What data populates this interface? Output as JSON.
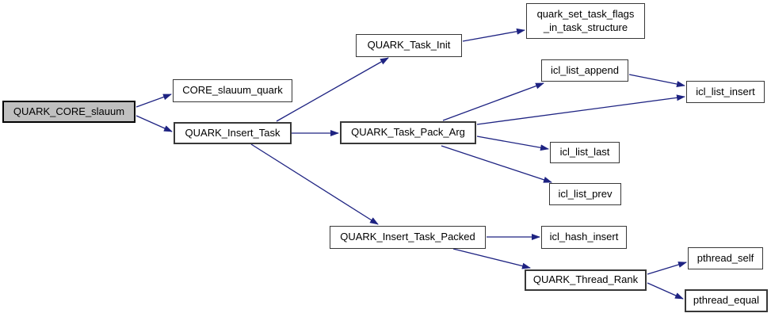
{
  "diagram": {
    "type": "call-graph",
    "colors": {
      "background": "#ffffff",
      "edge": "#1e2382",
      "node_border": "#383838",
      "node_fill": "#ffffff",
      "root_fill": "#c0c0c0",
      "text": "#000000"
    },
    "nodes": [
      {
        "id": "QUARK_CORE_slauum",
        "label": "QUARK_CORE_slauum",
        "role": "root"
      },
      {
        "id": "CORE_slauum_quark",
        "label": "CORE_slauum_quark"
      },
      {
        "id": "QUARK_Insert_Task",
        "label": "QUARK_Insert_Task"
      },
      {
        "id": "QUARK_Task_Init",
        "label": "QUARK_Task_Init"
      },
      {
        "id": "quark_set_task_flags_in_task_structure",
        "label": "quark_set_task_flags\n_in_task_structure"
      },
      {
        "id": "icl_list_append",
        "label": "icl_list_append"
      },
      {
        "id": "QUARK_Task_Pack_Arg",
        "label": "QUARK_Task_Pack_Arg"
      },
      {
        "id": "icl_list_insert",
        "label": "icl_list_insert"
      },
      {
        "id": "icl_list_last",
        "label": "icl_list_last"
      },
      {
        "id": "icl_list_prev",
        "label": "icl_list_prev"
      },
      {
        "id": "QUARK_Insert_Task_Packed",
        "label": "QUARK_Insert_Task_Packed"
      },
      {
        "id": "icl_hash_insert",
        "label": "icl_hash_insert"
      },
      {
        "id": "QUARK_Thread_Rank",
        "label": "QUARK_Thread_Rank"
      },
      {
        "id": "pthread_self",
        "label": "pthread_self"
      },
      {
        "id": "pthread_equal",
        "label": "pthread_equal"
      }
    ],
    "edges": [
      {
        "from": "QUARK_CORE_slauum",
        "to": "CORE_slauum_quark"
      },
      {
        "from": "QUARK_CORE_slauum",
        "to": "QUARK_Insert_Task"
      },
      {
        "from": "QUARK_Insert_Task",
        "to": "QUARK_Task_Init"
      },
      {
        "from": "QUARK_Insert_Task",
        "to": "QUARK_Task_Pack_Arg"
      },
      {
        "from": "QUARK_Insert_Task",
        "to": "QUARK_Insert_Task_Packed"
      },
      {
        "from": "QUARK_Task_Init",
        "to": "quark_set_task_flags_in_task_structure"
      },
      {
        "from": "QUARK_Task_Pack_Arg",
        "to": "icl_list_append"
      },
      {
        "from": "QUARK_Task_Pack_Arg",
        "to": "icl_list_insert"
      },
      {
        "from": "QUARK_Task_Pack_Arg",
        "to": "icl_list_last"
      },
      {
        "from": "QUARK_Task_Pack_Arg",
        "to": "icl_list_prev"
      },
      {
        "from": "icl_list_append",
        "to": "icl_list_insert"
      },
      {
        "from": "QUARK_Insert_Task_Packed",
        "to": "icl_hash_insert"
      },
      {
        "from": "QUARK_Insert_Task_Packed",
        "to": "QUARK_Thread_Rank"
      },
      {
        "from": "QUARK_Thread_Rank",
        "to": "pthread_self"
      },
      {
        "from": "QUARK_Thread_Rank",
        "to": "pthread_equal"
      }
    ]
  }
}
